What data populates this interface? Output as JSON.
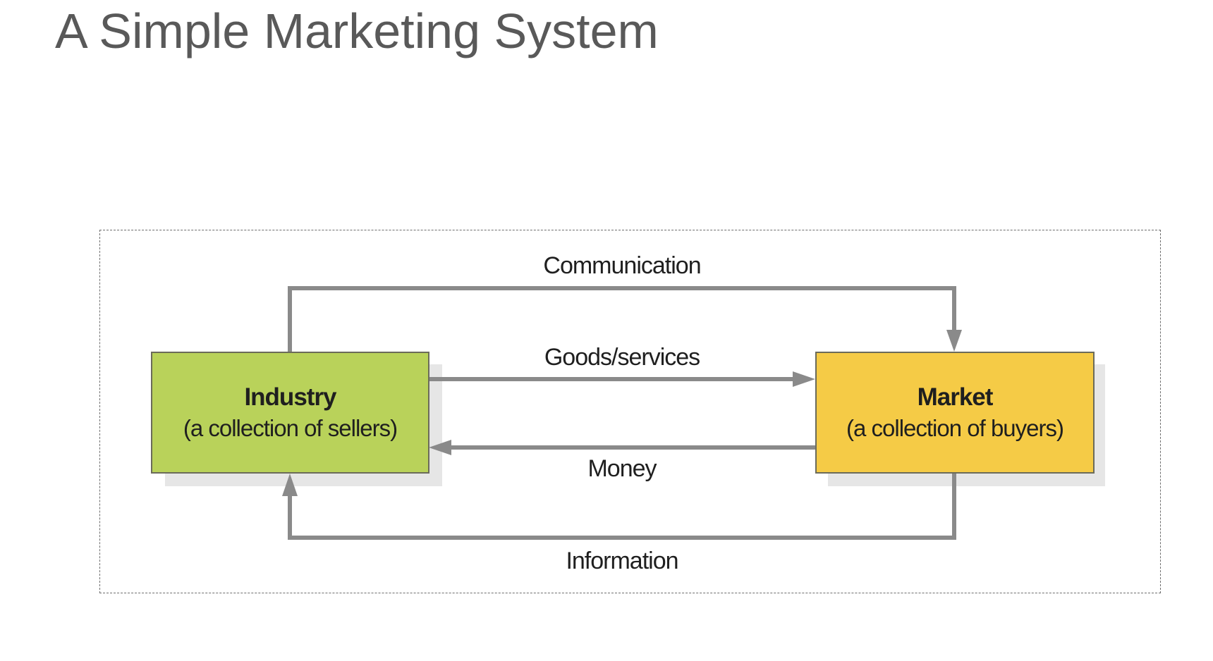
{
  "slide": {
    "title": "A Simple Marketing System"
  },
  "nodes": {
    "industry": {
      "title": "Industry",
      "subtitle": "(a collection of sellers)",
      "color": "#b9d25a"
    },
    "market": {
      "title": "Market",
      "subtitle": "(a collection of buyers)",
      "color": "#f5cb46"
    }
  },
  "flows": {
    "communication": "Communication",
    "goods": "Goods/services",
    "money": "Money",
    "information": "Information"
  },
  "colors": {
    "arrow": "#8a8a8a",
    "title_text": "#595959"
  }
}
